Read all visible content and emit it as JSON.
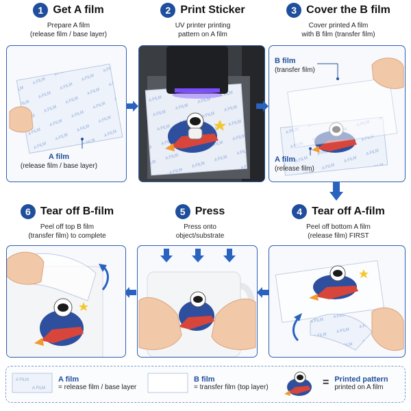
{
  "steps": [
    {
      "number": "1",
      "title": "Get A film",
      "desc1": "Prepare A film",
      "desc2": "(release film / base layer)"
    },
    {
      "number": "2",
      "title": "Print Sticker",
      "desc1": "UV printer printing",
      "desc2": "pattern on A film"
    },
    {
      "number": "3",
      "title": "Cover the B film",
      "desc1": "Cover printed A film",
      "desc2": "with B film  (transfer film)"
    },
    {
      "number": "4",
      "title": "Tear off A-film",
      "desc1": "Peel off bottom A film",
      "desc2": "(release film) FIRST"
    },
    {
      "number": "5",
      "title": "Press",
      "desc1": "Press onto",
      "desc2": "object/substrate"
    },
    {
      "number": "6",
      "title": "Tear off B-film",
      "desc1": "Peel off top B film",
      "desc2": "(transfer film) to complete"
    }
  ],
  "callouts": {
    "p1_name": "A film",
    "p1_sub": "(release film / base layer)",
    "p3_b_name": "B film",
    "p3_b_sub": "(transfer film)",
    "p3_a_name": "A film",
    "p3_a_sub": "(release film)",
    "film_print": "A FILM"
  },
  "legend": {
    "a_name": "A film",
    "a_desc": "= release film / base layer",
    "a_swatch_text": "A FILM",
    "b_name": "B film",
    "b_desc": "= transfer film (top layer)",
    "p_name": "Printed pattern",
    "p_eq": "=",
    "p_desc": "printed on A film"
  },
  "colors": {
    "accent": "#1f4e9c",
    "panel_border": "#2f5fb0",
    "arrow": "#2a62c0",
    "uv_light": "#7b4dff"
  }
}
